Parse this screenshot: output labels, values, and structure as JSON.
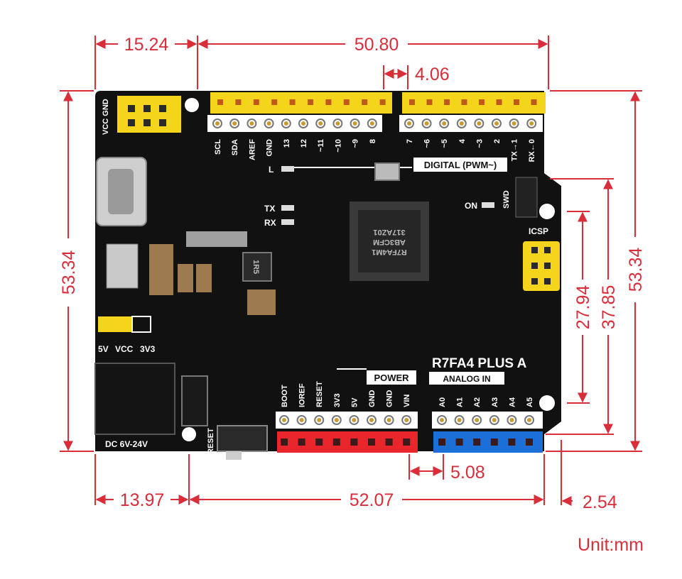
{
  "board": {
    "name": "R7FA4 PLUS A",
    "chip_marking": [
      "R7FA4M1",
      "AB3CFM",
      "317AZ01"
    ],
    "power_input_label": "DC 6V-24V",
    "reset_label": "RESET",
    "power_header_title": "POWER",
    "analog_header_title": "ANALOG IN",
    "digital_header_title": "DIGITAL (PWM~)",
    "icsp_label": "ICSP",
    "swd_label": "SWD",
    "on_label": "ON",
    "l_label": "L",
    "tx_label": "TX",
    "rx_label": "RX",
    "vcc_gnd_label": "VCC GND",
    "jumper_labels": [
      "5V",
      "VCC",
      "3V3"
    ],
    "regulator_marking": "1R5",
    "top_left_pins": [
      "SCL",
      "SDA",
      "AREF",
      "GND",
      "13",
      "12",
      "~11",
      "~10",
      "~9",
      "8"
    ],
    "top_right_pins": [
      "7",
      "~6",
      "~5",
      "4",
      "~3",
      "2",
      "TX→1",
      "RX←0"
    ],
    "power_pins": [
      "BOOT",
      "IOREF",
      "RESET",
      "3V3",
      "5V",
      "GND",
      "GND",
      "VIN"
    ],
    "analog_pins": [
      "A0",
      "A1",
      "A2",
      "A3",
      "A4",
      "A5"
    ]
  },
  "dimensions": {
    "top_left": "15.24",
    "top_span": "50.80",
    "header_gap": "4.06",
    "left_height": "53.34",
    "right_height": "53.34",
    "hole_height_inner": "27.94",
    "hole_height_outer": "37.85",
    "bottom_left": "13.97",
    "bottom_span": "52.07",
    "analog_gap": "5.08",
    "edge_offset": "2.54"
  },
  "unit_label": "Unit:mm",
  "colors": {
    "dimension": "#d92e3a",
    "pcb": "#111111",
    "header_yellow": "#f4d51c",
    "header_red": "#e8262b",
    "header_blue": "#1d6fd8",
    "silkscreen": "#ffffff"
  }
}
